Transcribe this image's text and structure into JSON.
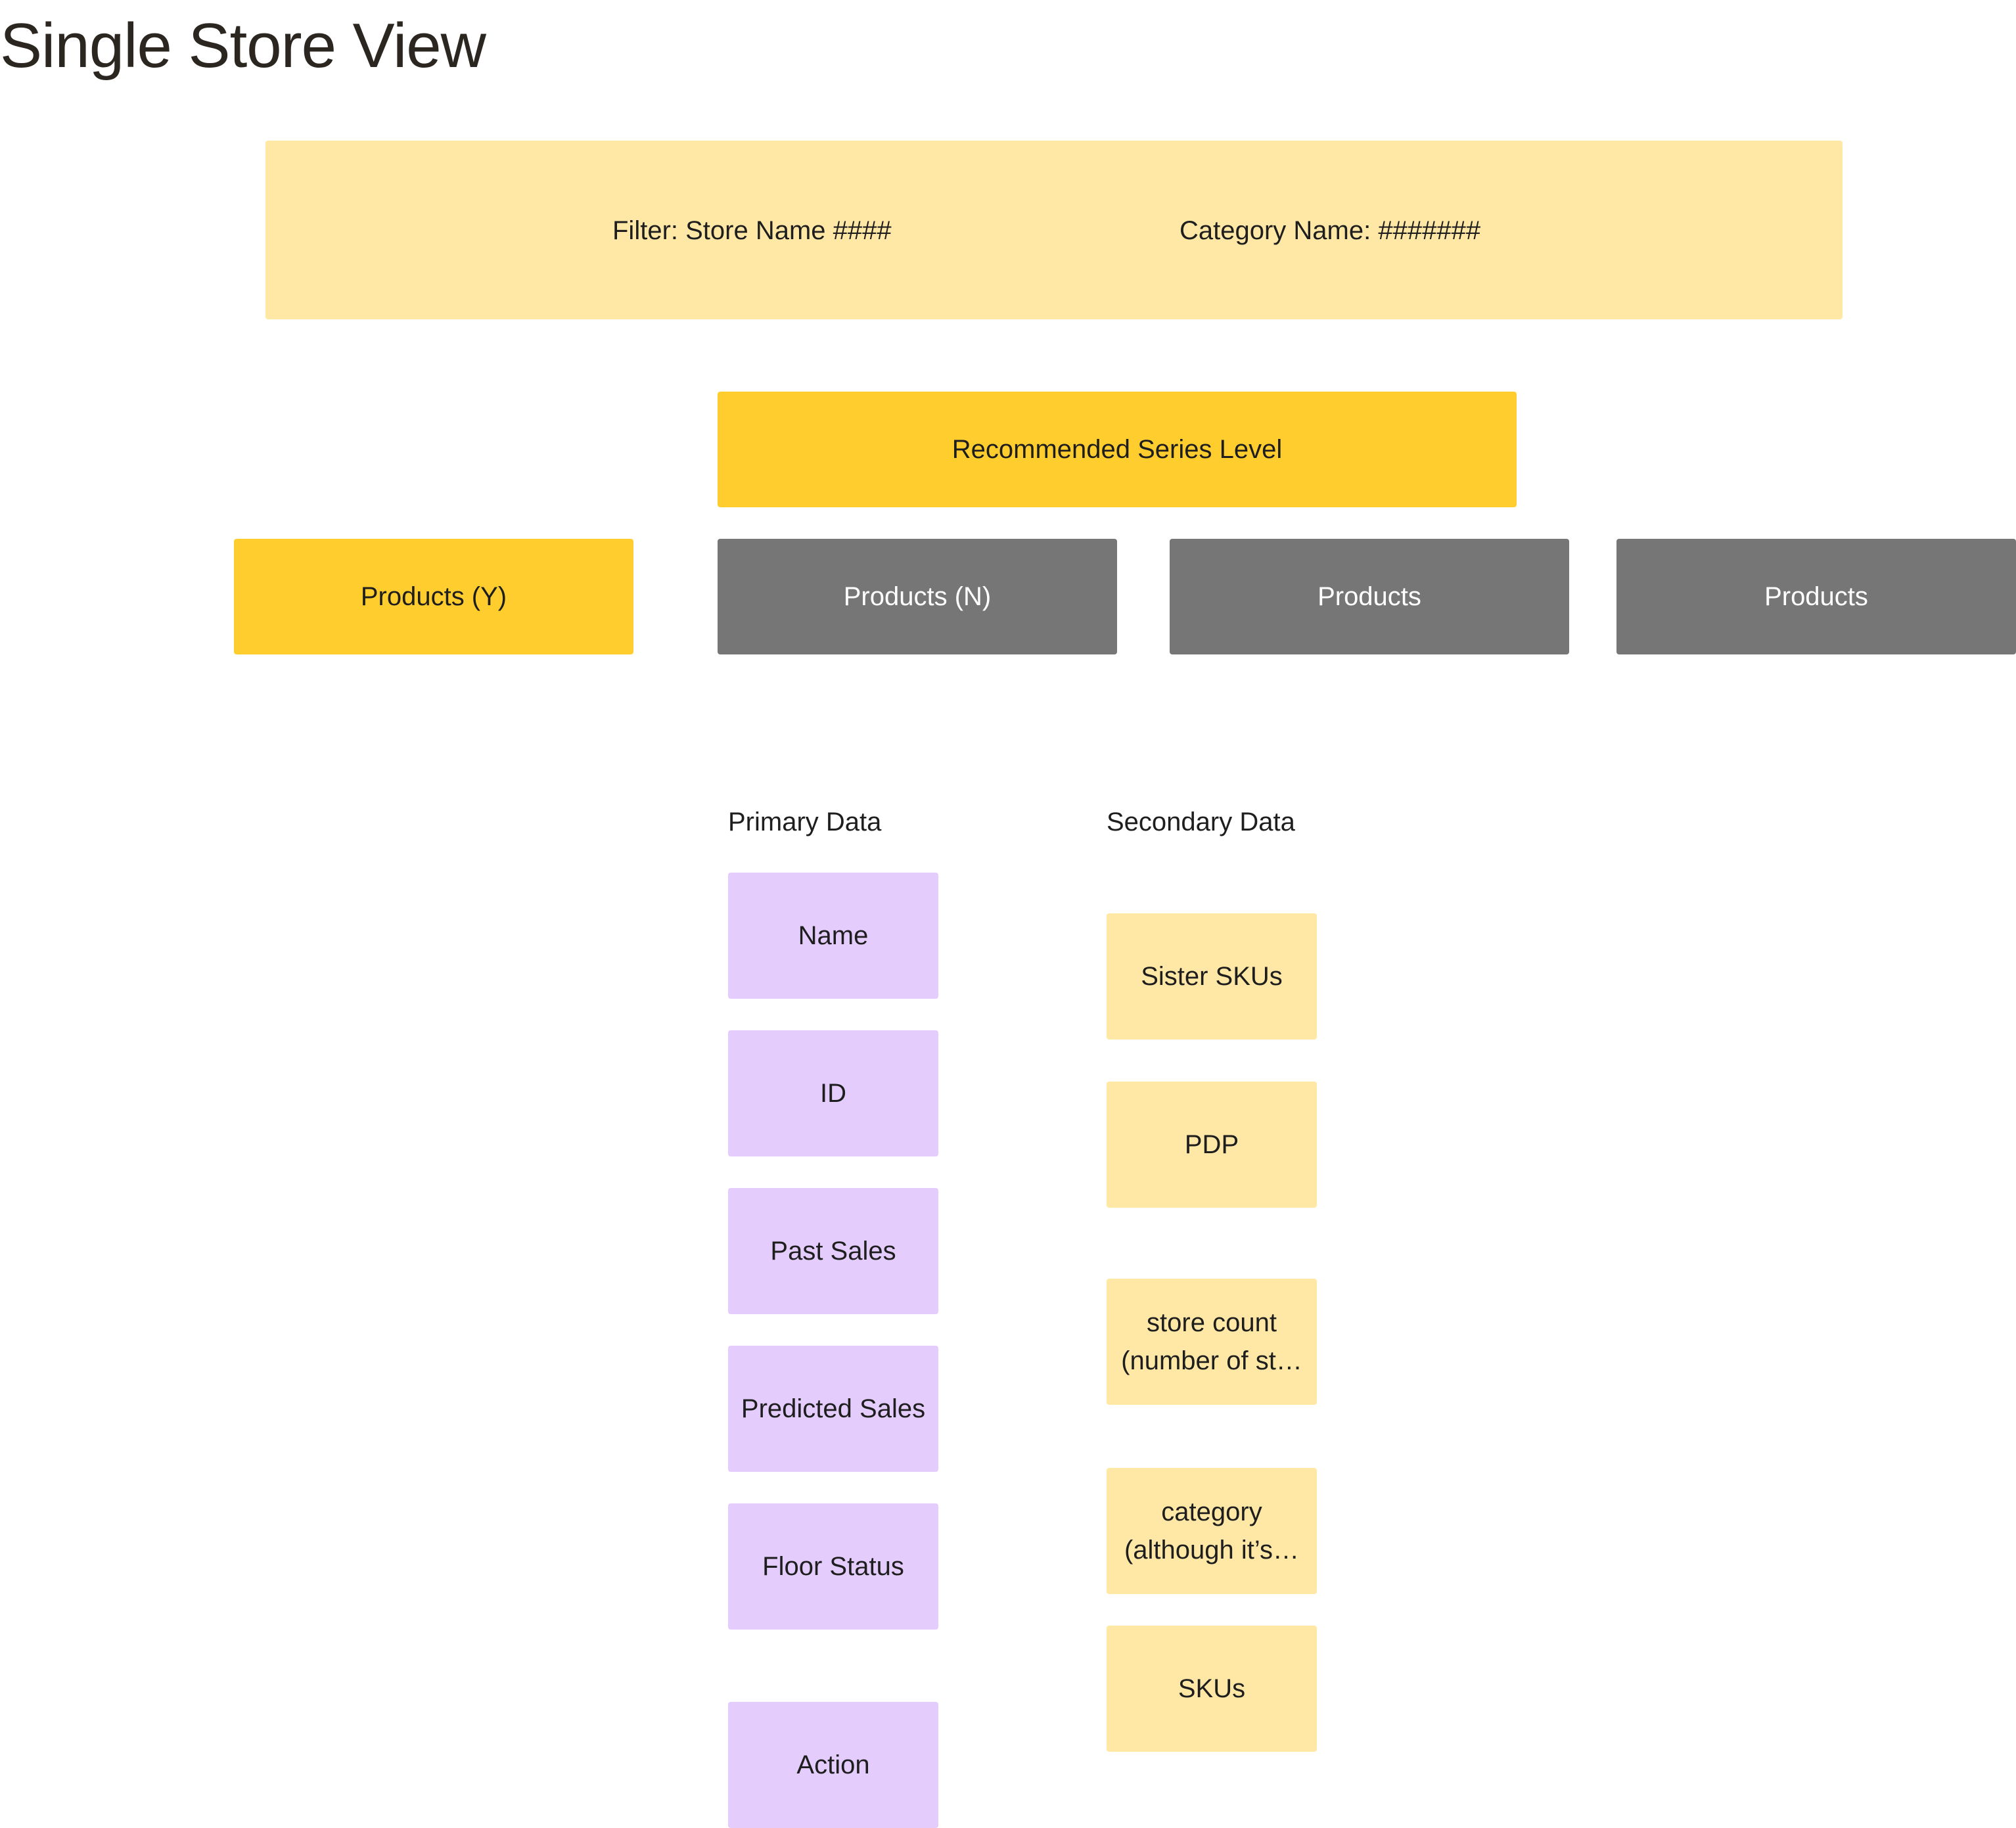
{
  "page_title": "Single Store View",
  "filter_bar": {
    "store_filter": "Filter: Store Name ####",
    "category_filter": "Category Name: #######"
  },
  "recommended": {
    "label": "Recommended Series Level"
  },
  "product_tabs": [
    {
      "label": "Products (Y)"
    },
    {
      "label": "Products (N)"
    },
    {
      "label": "Products"
    },
    {
      "label": "Products"
    }
  ],
  "primary": {
    "heading": "Primary Data",
    "items": [
      {
        "label": "Name"
      },
      {
        "label": "ID"
      },
      {
        "label": "Past Sales"
      },
      {
        "label": "Predicted Sales"
      },
      {
        "label": "Floor Status"
      },
      {
        "label": "Action"
      }
    ]
  },
  "secondary": {
    "heading": "Secondary Data",
    "items": [
      {
        "label": "Sister SKUs"
      },
      {
        "label": "PDP"
      },
      {
        "label": "store count (number of st…"
      },
      {
        "label": "category (although it’s…"
      },
      {
        "label": "SKUs"
      }
    ]
  },
  "colors": {
    "accent_gold": "#ffcd2e",
    "cream": "#ffe8a6",
    "grey": "#767676",
    "lavender": "#e4ccfd"
  }
}
